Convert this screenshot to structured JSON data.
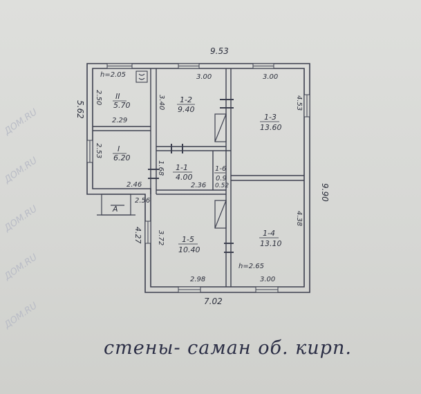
{
  "plan": {
    "overall_width": "9.53",
    "overall_depth": "9.90",
    "bottom_width": "7.02",
    "left_height": "5.62",
    "left_lower_height": "4.27",
    "rooms": [
      {
        "id": "II",
        "num": "II",
        "area": "5.70"
      },
      {
        "id": "I",
        "num": "I",
        "area": "6.20"
      },
      {
        "id": "1-2",
        "num": "1-2",
        "area": "9.40"
      },
      {
        "id": "1-3",
        "num": "1-3",
        "area": "13.60"
      },
      {
        "id": "1-1",
        "num": "1-1",
        "area": "4.00"
      },
      {
        "id": "1-6",
        "num": "1-6",
        "area": "0.9"
      },
      {
        "id": "1-5",
        "num": "1-5",
        "area": "10.40"
      },
      {
        "id": "1-4",
        "num": "1-4",
        "area": "13.10"
      }
    ],
    "dimensions": {
      "height_note_top": "h=2.05",
      "height_note_main": "h=2.65",
      "d_300a": "3.00",
      "d_300b": "3.00",
      "d_250": "2.50",
      "d_229": "2.29",
      "d_253": "2.53",
      "d_246": "2.46",
      "d_256": "2.56",
      "d_340": "3.40",
      "d_453": "4.53",
      "d_168": "1.68",
      "d_236": "2.36",
      "d_052": "0.52",
      "d_372": "3.72",
      "d_438": "4.38",
      "d_298": "2.98",
      "d_300c": "3.00"
    },
    "porch_label": "А"
  },
  "caption": "стены- саман об. кирп.",
  "watermark": "ДОМ.RU"
}
